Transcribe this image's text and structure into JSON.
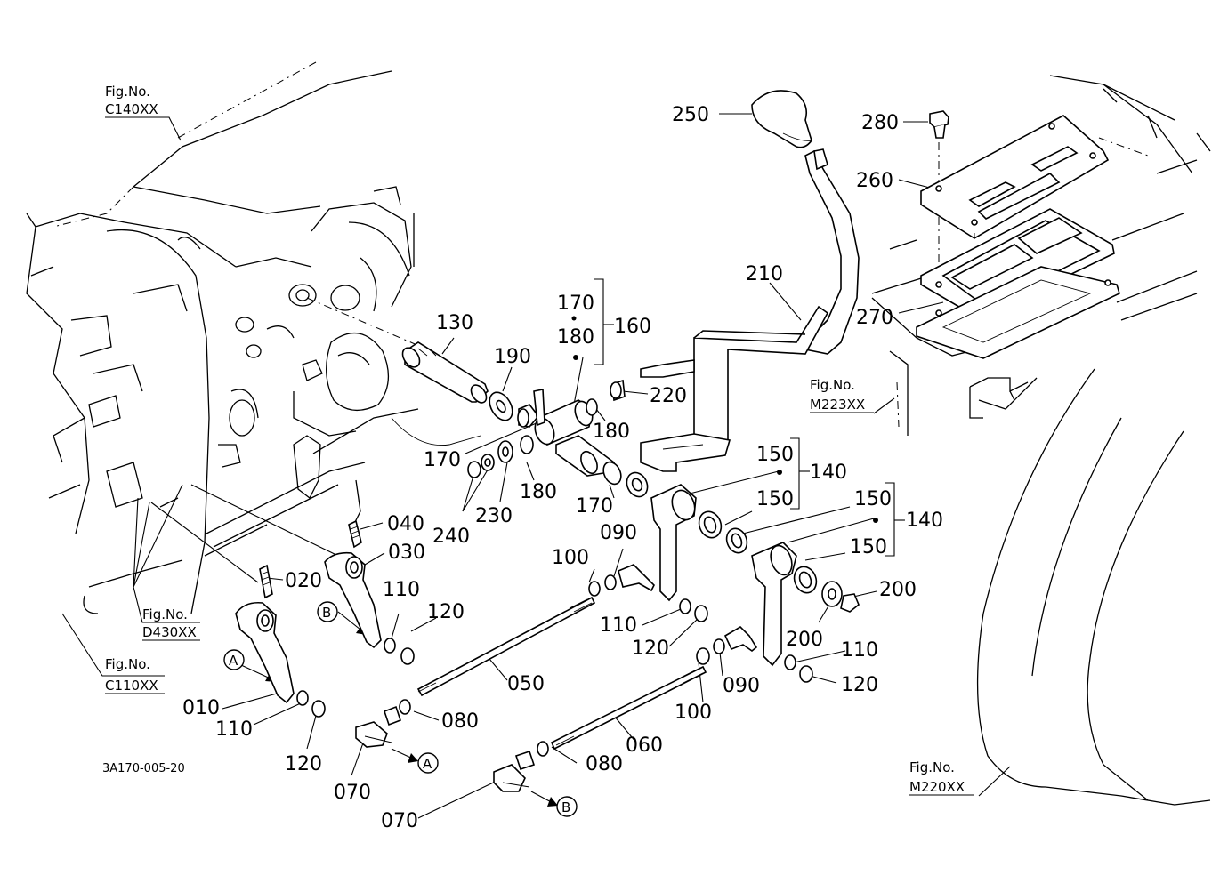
{
  "diagram": {
    "drawing_code": "3A170-005-20",
    "figure_refs": [
      {
        "id": "c140",
        "label": "Fig.No.",
        "code": "C140XX"
      },
      {
        "id": "d430",
        "label": "Fig.No.",
        "code": "D430XX"
      },
      {
        "id": "c110",
        "label": "Fig.No.",
        "code": "C110XX"
      },
      {
        "id": "m223",
        "label": "Fig.No.",
        "code": "M223XX"
      },
      {
        "id": "m220",
        "label": "Fig.No.",
        "code": "M220XX"
      }
    ],
    "callouts": [
      "A",
      "B"
    ],
    "part_labels": {
      "p010": "010",
      "p020": "020",
      "p030": "030",
      "p040": "040",
      "p050": "050",
      "p060": "060",
      "p070": "070",
      "p080": "080",
      "p090": "090",
      "p100": "100",
      "p110": "110",
      "p120": "120",
      "p130": "130",
      "p140": "140",
      "p150": "150",
      "p160": "160",
      "p170": "170",
      "p180": "180",
      "p190": "190",
      "p200": "200",
      "p210": "210",
      "p220": "220",
      "p230": "230",
      "p240": "240",
      "p250": "250",
      "p260": "260",
      "p270": "270",
      "p280": "280"
    }
  }
}
